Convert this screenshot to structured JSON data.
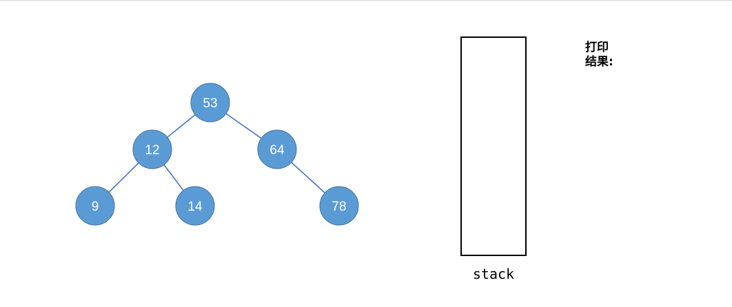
{
  "tree": {
    "nodes": [
      {
        "id": "53",
        "label": "53"
      },
      {
        "id": "12",
        "label": "12"
      },
      {
        "id": "64",
        "label": "64"
      },
      {
        "id": "9",
        "label": "9"
      },
      {
        "id": "14",
        "label": "14"
      },
      {
        "id": "78",
        "label": "78"
      }
    ],
    "edges": [
      {
        "from": "53",
        "to": "12"
      },
      {
        "from": "53",
        "to": "64"
      },
      {
        "from": "12",
        "to": "9"
      },
      {
        "from": "12",
        "to": "14"
      },
      {
        "from": "64",
        "to": "78"
      }
    ],
    "node_fill": "#5b9bd5",
    "node_stroke": "#41719c",
    "edge_color": "#4472c4"
  },
  "stack": {
    "label": "stack"
  },
  "print_result": {
    "line1": "打印",
    "line2": "结果:"
  }
}
